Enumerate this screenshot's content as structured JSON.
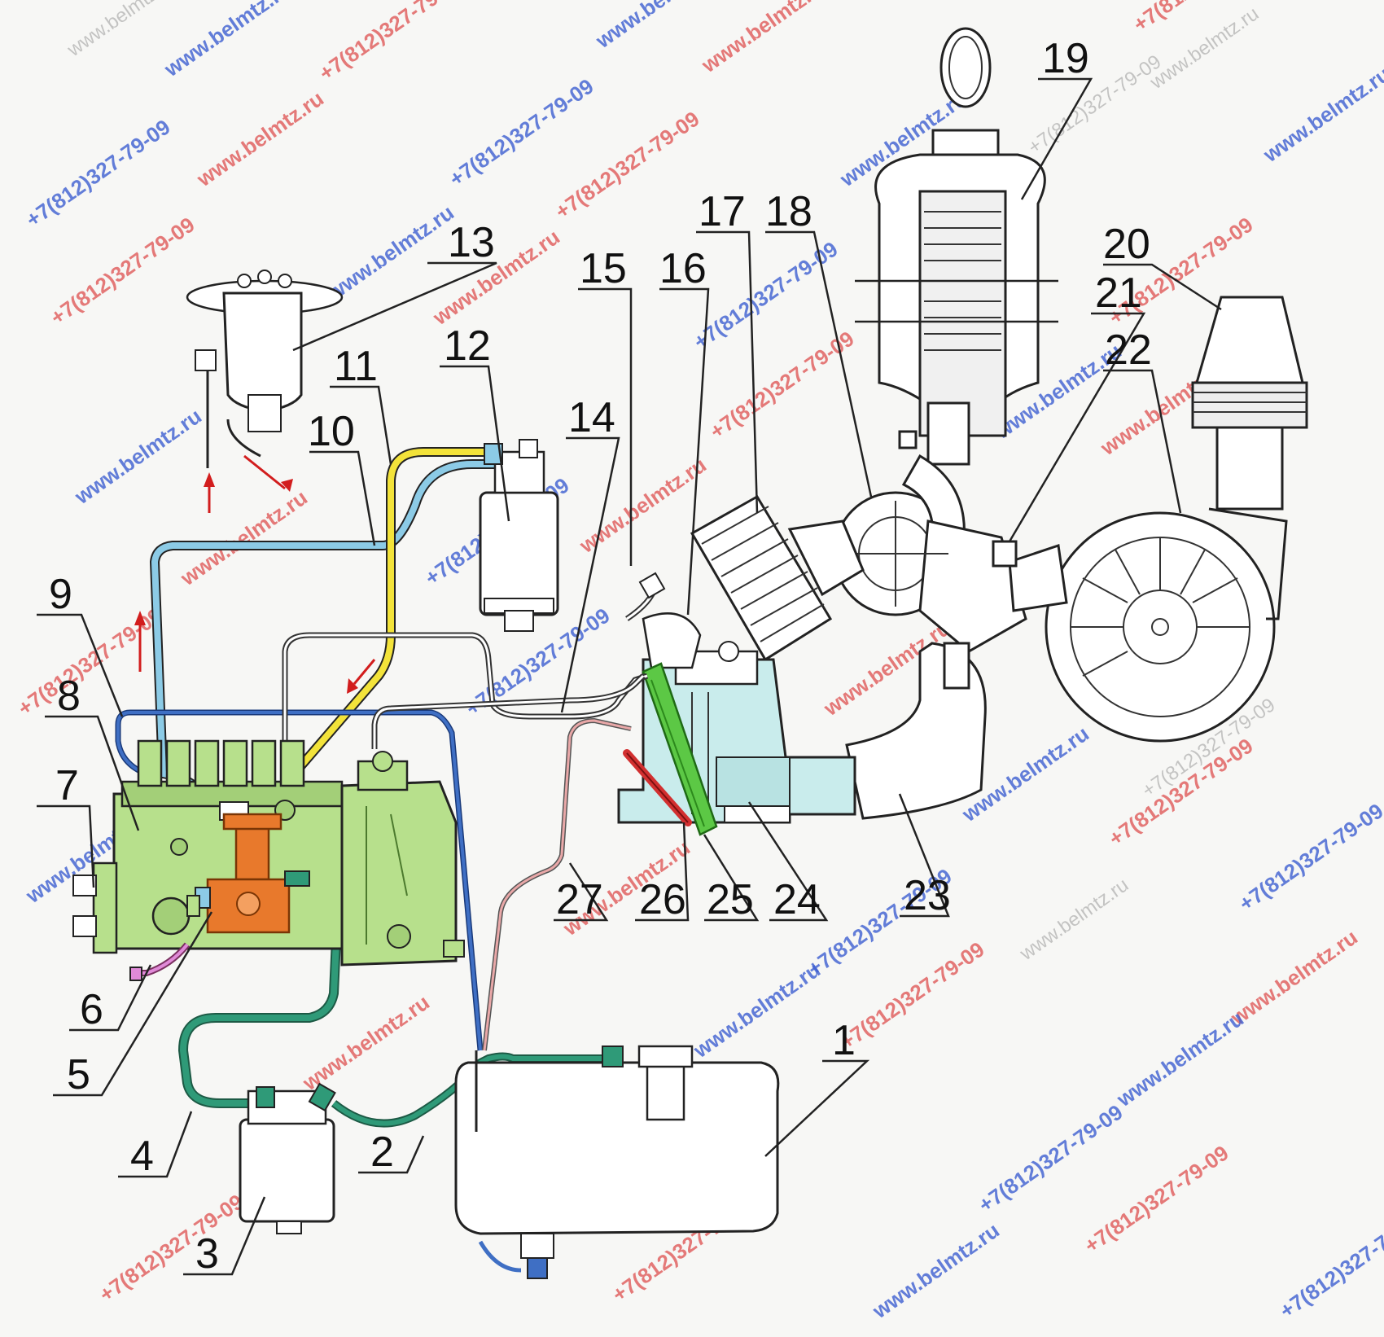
{
  "watermarks": {
    "site": "www.belmtz.ru",
    "phone": "+7(812)327-79-09"
  },
  "callouts": [
    {
      "id": "1",
      "label": "1"
    },
    {
      "id": "2",
      "label": "2"
    },
    {
      "id": "3",
      "label": "3"
    },
    {
      "id": "4",
      "label": "4"
    },
    {
      "id": "5",
      "label": "5"
    },
    {
      "id": "6",
      "label": "6"
    },
    {
      "id": "7",
      "label": "7"
    },
    {
      "id": "8",
      "label": "8"
    },
    {
      "id": "9",
      "label": "9"
    },
    {
      "id": "10",
      "label": "10"
    },
    {
      "id": "11",
      "label": "11"
    },
    {
      "id": "12",
      "label": "12"
    },
    {
      "id": "13",
      "label": "13"
    },
    {
      "id": "14",
      "label": "14"
    },
    {
      "id": "15",
      "label": "15"
    },
    {
      "id": "16",
      "label": "16"
    },
    {
      "id": "17",
      "label": "17"
    },
    {
      "id": "18",
      "label": "18"
    },
    {
      "id": "19",
      "label": "19"
    },
    {
      "id": "20",
      "label": "20"
    },
    {
      "id": "21",
      "label": "21"
    },
    {
      "id": "22",
      "label": "22"
    },
    {
      "id": "23",
      "label": "23"
    },
    {
      "id": "24",
      "label": "24"
    },
    {
      "id": "25",
      "label": "25"
    },
    {
      "id": "26",
      "label": "26"
    },
    {
      "id": "27",
      "label": "27"
    }
  ],
  "colors": {
    "pump_body": "#b7e08c",
    "pump_dark": "#6e9a4a",
    "priming_pump": "#e8792c",
    "supply_line": "#2f9a78",
    "low_pressure_line": "#8ccbe6",
    "filter_line": "#f3e33a",
    "return_line": "#3f6fc4",
    "drain_line": "#e9a8a8",
    "injector": "#5cc845",
    "head": "#c9ecec",
    "flow_arrow": "#d21d1d"
  }
}
